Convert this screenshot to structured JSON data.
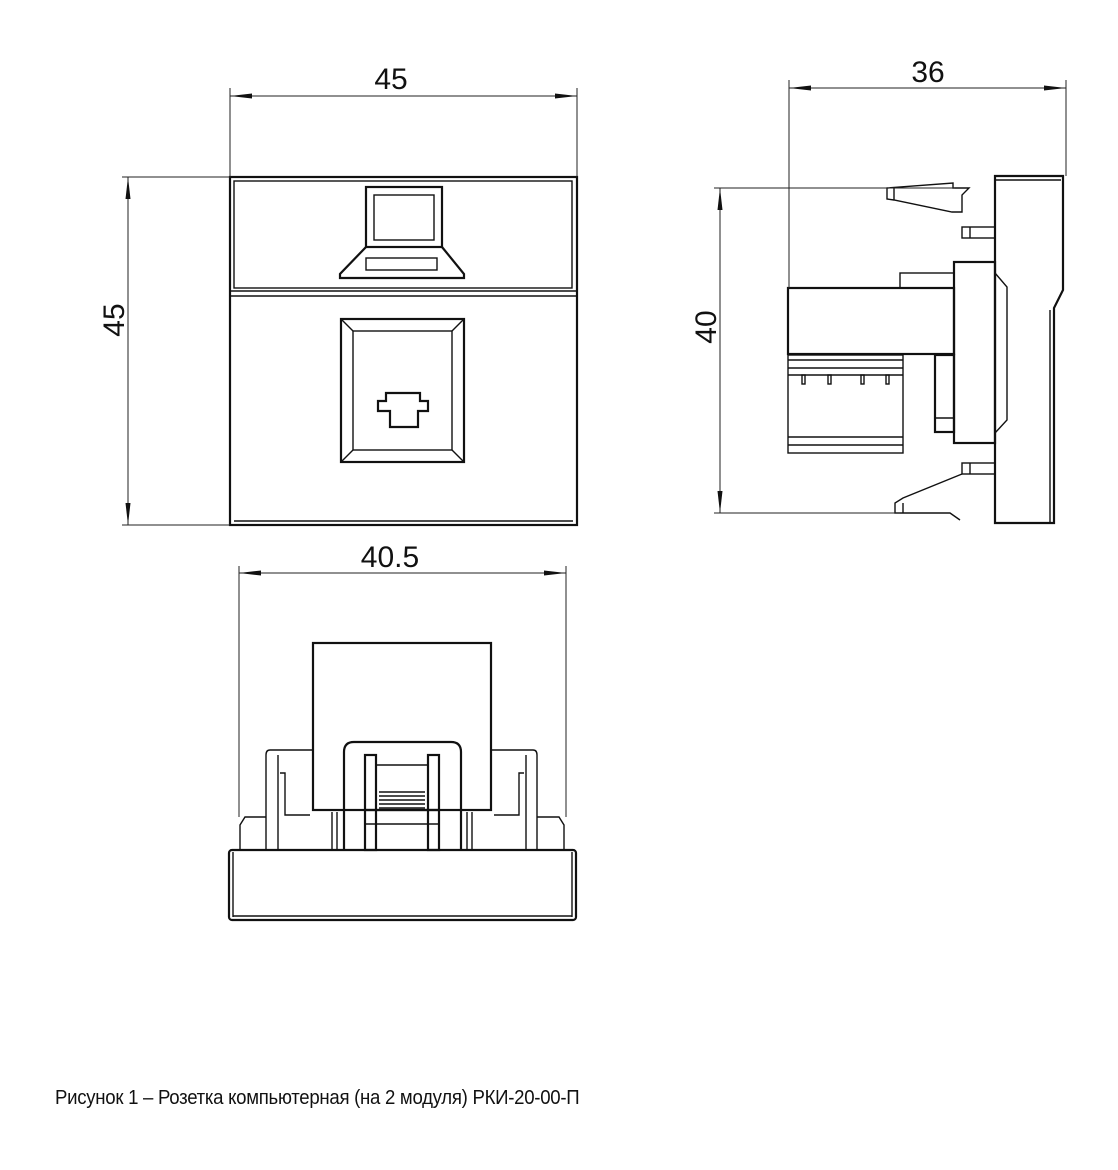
{
  "dimensions": {
    "front_width": "45",
    "front_height": "45",
    "side_depth": "36",
    "side_height": "40",
    "bottom_width": "40.5"
  },
  "caption": "Рисунок 1 – Розетка компьютерная (на 2 модуля) РКИ-20-00-П"
}
